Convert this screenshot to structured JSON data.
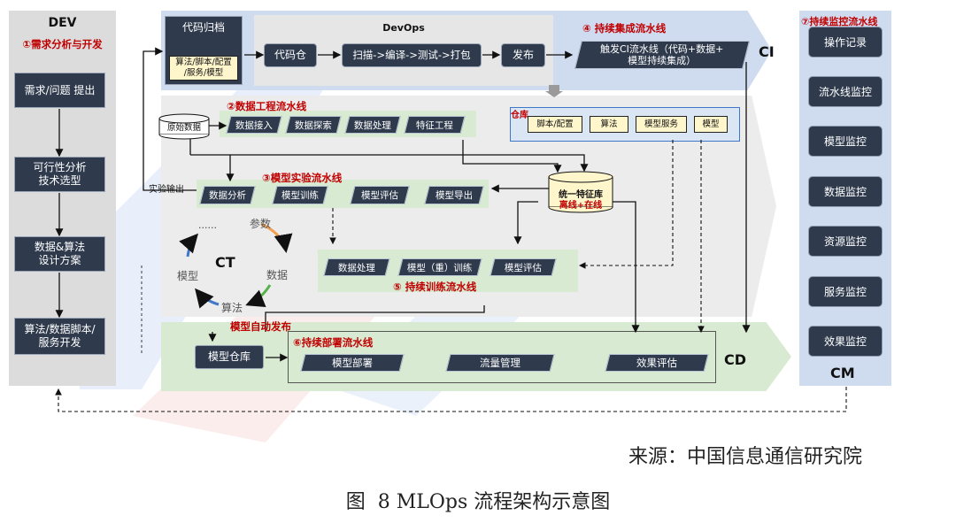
{
  "dev": {
    "title": "DEV",
    "lane_title": "①需求分析与开发",
    "steps": [
      "需求/问题 提出",
      "可行性分析\n技术选型",
      "数据&算法\n设计方案",
      "算法/数据脚本/\n服务开发"
    ]
  },
  "ci": {
    "code_archive": "代码归档",
    "archive_items": "算法/脚本/配置\n/服务/模型",
    "devops_label": "DevOps",
    "code_repo": "代码仓",
    "pipeline_steps": "扫描->编译->测试->打包",
    "release": "发布",
    "lane_title": "④ 持续集成流水线",
    "trigger": "触发CI流水线（代码+数据+\n模型持续集成）",
    "label": "CI"
  },
  "data_eng": {
    "lane_title": "②数据工程流水线",
    "raw_data": "原始数据",
    "steps": [
      "数据接入",
      "数据探索",
      "数据处理",
      "特征工程"
    ]
  },
  "warehouse": {
    "label": "仓库",
    "items": [
      "脚本/配置",
      "算法",
      "模型服务",
      "模型"
    ]
  },
  "experiment": {
    "lane_title": "③模型实验流水线",
    "output_label": "实验输出",
    "steps": [
      "数据分析",
      "模型训练",
      "模型评估",
      "模型导出"
    ]
  },
  "feature_store": {
    "line1": "统一特征库",
    "line2": "离线+在线"
  },
  "ct": {
    "label": "CT",
    "cycle": [
      "参数",
      "数据",
      "算法",
      "模型"
    ],
    "dots": "......"
  },
  "ctrain": {
    "lane_title": "⑤ 持续训练流水线",
    "steps": [
      "数据处理",
      "模型（重）训练",
      "模型评估"
    ]
  },
  "cd": {
    "auto_release": "模型自动发布",
    "model_repo": "模型仓库",
    "lane_title": "⑥持续部署流水线",
    "steps": [
      "模型部署",
      "流量管理",
      "效果评估"
    ],
    "label": "CD"
  },
  "cm": {
    "lane_title": "⑦持续监控流水线",
    "items": [
      "操作记录",
      "流水线监控",
      "模型监控",
      "数据监控",
      "资源监控",
      "服务监控",
      "效果监控"
    ],
    "label": "CM"
  },
  "footer": {
    "source": "来源：中国信息通信研究院",
    "caption": "图  8 MLOps 流程架构示意图"
  }
}
